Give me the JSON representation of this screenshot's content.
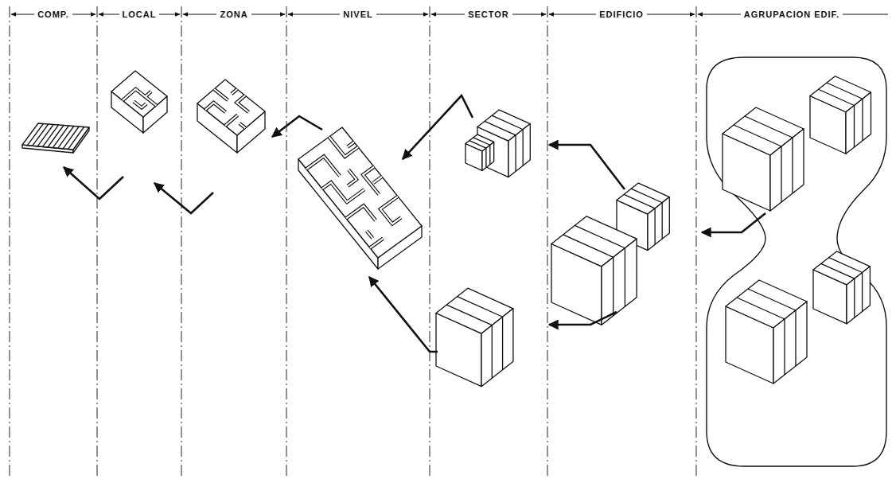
{
  "diagram": {
    "labels": [
      "COMP.",
      "LOCAL",
      "ZONA",
      "NIVEL",
      "SECTOR",
      "EDIFICIO",
      "AGRUPACION EDIF."
    ]
  }
}
